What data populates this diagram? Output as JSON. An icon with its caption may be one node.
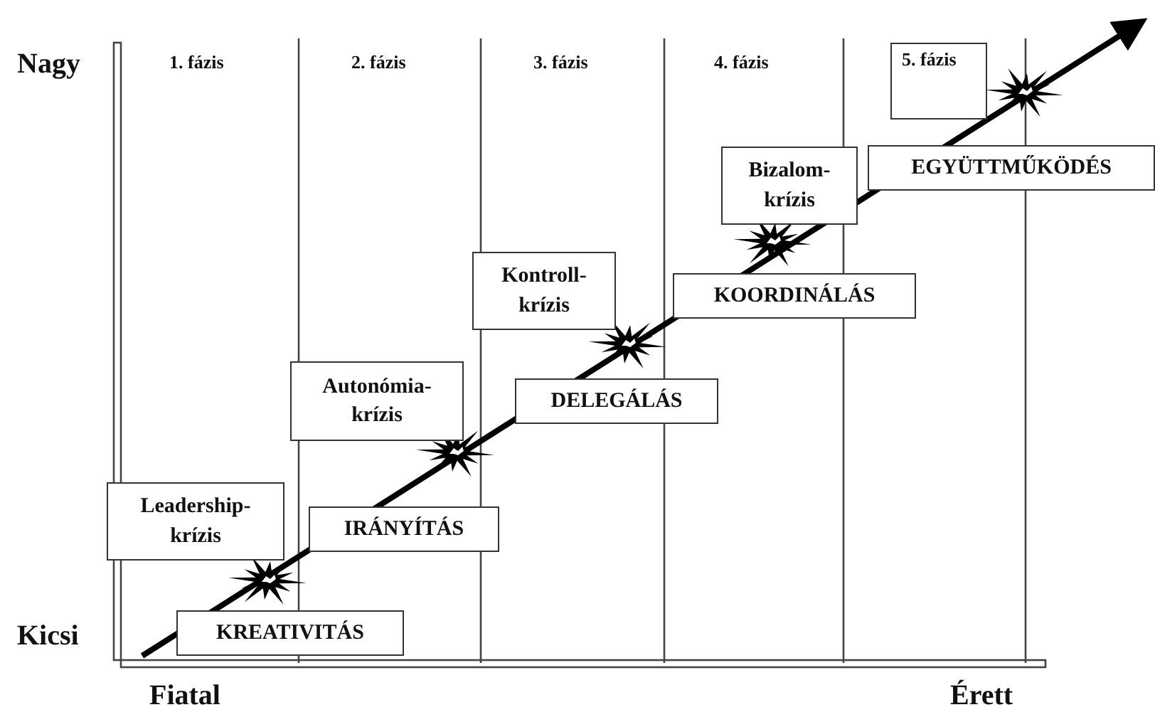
{
  "diagram": {
    "nodes": [
      {
        "text": [
          "KREATIVITÁS"
        ]
      },
      {
        "text": [
          "Leadership-krízis"
        ]
      },
      {
        "text": [
          "IRÁNYÍTÁS"
        ]
      },
      {
        "text": [
          "Autonómia-krízis"
        ]
      },
      {
        "text": [
          "DELEGÁLÁS"
        ]
      },
      {
        "text": [
          "Kontroll-krízis"
        ]
      },
      {
        "text": [
          "KOORDINÁLÁS"
        ]
      },
      {
        "text": [
          "Bizalom-krízis"
        ]
      },
      {
        "text": [
          "EGYÜTTMŰKÖDÉS"
        ]
      },
      {
        "text": [
          "5. fázis"
        ]
      }
    ],
    "edges": [],
    "labels": [
      "Nagy",
      "1. fázis",
      "2. fázis",
      "3. fázis",
      "4. fázis",
      "Kicsi",
      "Fiatal",
      "Érett"
    ]
  }
}
